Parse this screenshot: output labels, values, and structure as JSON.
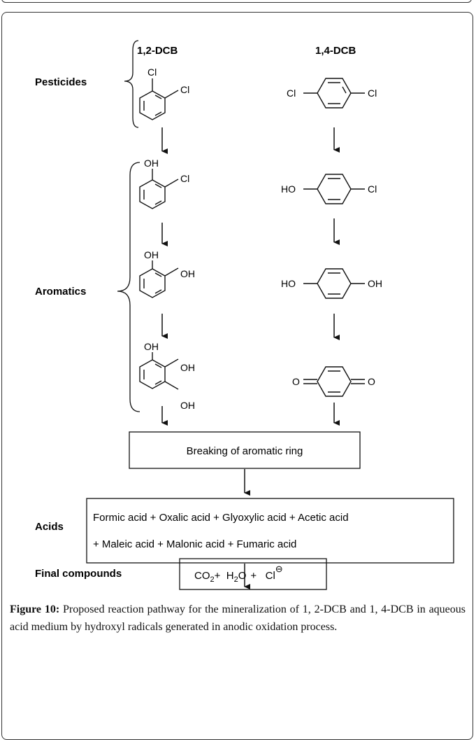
{
  "compounds": {
    "dcb12": "1,2-DCB",
    "dcb14": "1,4-DCB"
  },
  "groups": {
    "pesticides": "Pesticides",
    "aromatics": "Aromatics",
    "acids": "Acids",
    "final": "Final compounds"
  },
  "substituents": {
    "cl": "Cl",
    "oh": "OH",
    "ho": "HO",
    "o": "O"
  },
  "steps": {
    "ring_breaking": "Breaking of aromatic ring",
    "acids_line1": "Formic acid + Oxalic acid + Glyoxylic acid + Acetic acid",
    "acids_line2": "+ Maleic acid + Malonic acid + Fumaric acid",
    "final_co2": "CO",
    "final_sub2a": "2",
    "final_h2o_h": "+  H",
    "final_sub2b": "2",
    "final_h2o_o": "O",
    "final_cl": "+   Cl",
    "final_charge": "⊖"
  },
  "caption": {
    "label": "Figure 10:",
    "text": " Proposed reaction pathway for the mineralization of 1, 2-DCB and 1, 4-DCB in aqueous acid medium by hydroxyl radicals generated in anodic oxidation process."
  }
}
